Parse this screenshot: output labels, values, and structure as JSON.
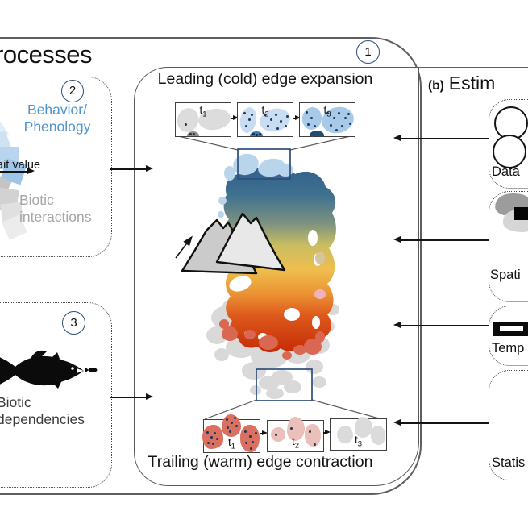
{
  "figure": {
    "section_a": {
      "title_visible": "rocesses",
      "central_panel": {
        "badge": "1",
        "top_title": "Leading (cold) edge expansion",
        "bottom_title": "Trailing (warm) edge contraction",
        "timesteps_top": [
          {
            "base": "t",
            "sub": "1"
          },
          {
            "base": "t",
            "sub": "2"
          },
          {
            "base": "t",
            "sub": "3"
          }
        ],
        "timesteps_bottom": [
          {
            "base": "t",
            "sub": "1"
          },
          {
            "base": "t",
            "sub": "2"
          },
          {
            "base": "t",
            "sub": "3"
          }
        ]
      },
      "behavior_panel": {
        "badge": "2",
        "title_line1": "Behavior/",
        "title_line2": "Phenology",
        "axis_label_visible": "ait value",
        "subtitle_line1": "Biotic",
        "subtitle_line2": "interactions"
      },
      "dependency_panel": {
        "badge": "3",
        "subtitle_line1": "Biotic",
        "subtitle_line2": "dependencies"
      }
    },
    "section_b": {
      "label": "(b)",
      "title_visible": "Estim",
      "panels": [
        {
          "id": "data",
          "label_visible": "Data"
        },
        {
          "id": "spatial",
          "label_visible": "Spati"
        },
        {
          "id": "temporal",
          "label_visible": "Temp"
        },
        {
          "id": "statistical",
          "label_visible": "Statis"
        }
      ]
    },
    "colors": {
      "badge_ring": "#2e4d7b",
      "behavior_text": "#4f94d0",
      "muted_text": "#a6a6a6",
      "dark_text": "#141414",
      "panel_line": "#5f5f5f",
      "zoom_box": "#2e4d7b",
      "cold_blob": "#b9d5ec",
      "warm_blob": "#d96752",
      "range_gradient": [
        "#31618c",
        "#7c9180",
        "#c9bd62",
        "#eebf4e",
        "#ec9434",
        "#dd5a1c",
        "#c62b05"
      ]
    }
  }
}
